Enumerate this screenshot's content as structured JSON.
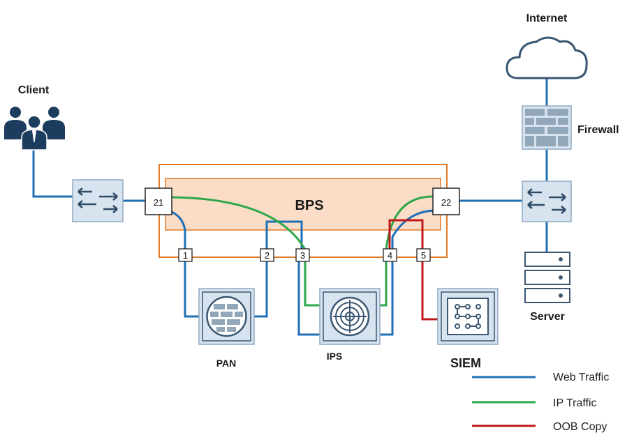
{
  "labels": {
    "internet": "Internet",
    "client": "Client",
    "firewall": "Firewall",
    "server": "Server",
    "bps": "BPS",
    "pan": "PAN",
    "ips": "IPS",
    "siem": "SIEM"
  },
  "ports": {
    "p21": "21",
    "p22": "22",
    "p1": "1",
    "p2": "2",
    "p3": "3",
    "p4": "4",
    "p5": "5"
  },
  "legend": [
    {
      "label": "Web Traffic",
      "color": "#1f6fb6"
    },
    {
      "label": "IP Traffic",
      "color": "#2ea84a"
    },
    {
      "label": "OOB Copy",
      "color": "#c0171d"
    }
  ],
  "colors": {
    "web": "#1f6fb6",
    "ip": "#2ea84a",
    "oob": "#c0171d",
    "device_fill": "#d7e4f0",
    "device_stroke": "#8fa9c2",
    "icon": "#2f4b66",
    "bps_outer": "#e07b2a",
    "bps_inner_fill": "#fbdcc6",
    "client_icon": "#1c3d5e"
  }
}
